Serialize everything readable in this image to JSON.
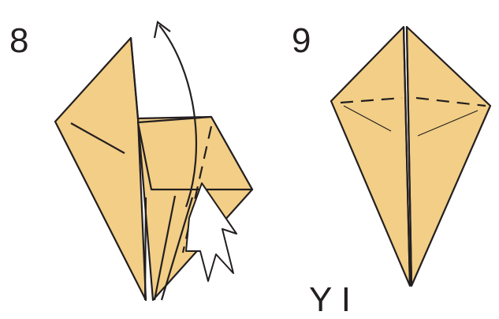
{
  "diagram": {
    "steps": [
      {
        "number": "8"
      },
      {
        "number": "9"
      }
    ],
    "caption": "Y  I",
    "colors": {
      "paper": "#f2ce86",
      "outline": "#231f20",
      "arrow_fill": "#ffffff",
      "background": "#ffffff"
    }
  }
}
